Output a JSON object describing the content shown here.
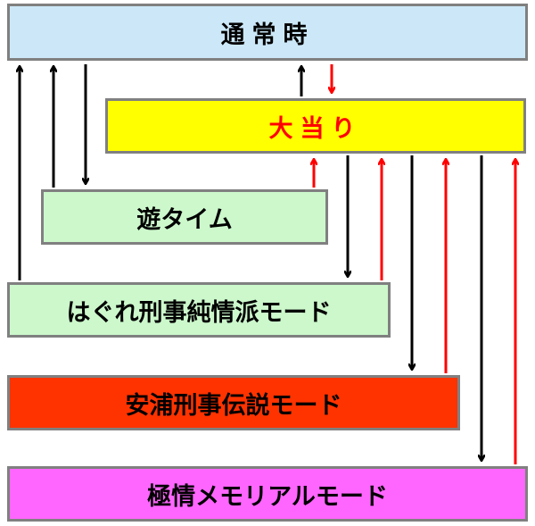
{
  "boxes": {
    "normal": {
      "label": "通常時",
      "color": "#cce8f8"
    },
    "jackpot": {
      "label": "大当り",
      "color": "#ffff00",
      "text_color": "#ff0000"
    },
    "play_time": {
      "label": "遊タイム",
      "color": "#ccf8cc"
    },
    "hagure": {
      "label": "はぐれ刑事純情派モード",
      "color": "#ccf8cc"
    },
    "yasuura": {
      "label": "安浦刑事伝説モード",
      "color": "#ff3300"
    },
    "gokujo": {
      "label": "極情メモリアルモード",
      "color": "#ff66ff"
    }
  },
  "arrow_colors": {
    "black": "#000000",
    "red": "#ff0000"
  }
}
